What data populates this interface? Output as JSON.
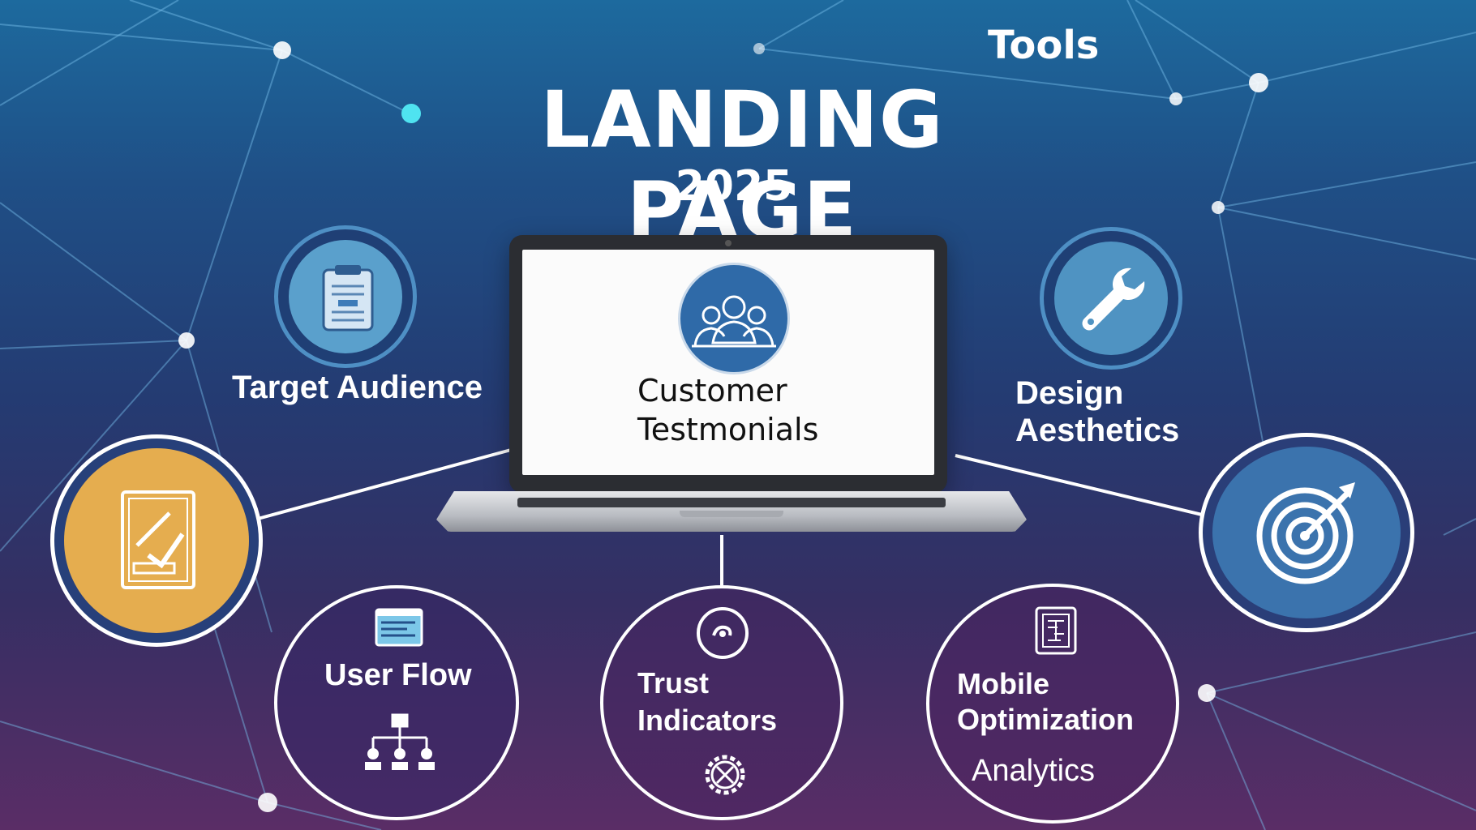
{
  "title": {
    "tools": "Tools",
    "main": "LANDING PAGE",
    "year": "2025"
  },
  "center": {
    "label_line1": "Customer",
    "label_line2": "Testmonials",
    "icon": "people-group-icon"
  },
  "nodes": {
    "target_audience": {
      "label": "Target Audience",
      "icon": "document-icon"
    },
    "design_aesthetics": {
      "label_line1": "Design",
      "label_line2": "Aesthetics",
      "icon": "wrench-icon"
    },
    "checklist": {
      "icon": "edit-checklist-icon"
    },
    "goal": {
      "icon": "target-arrow-icon"
    },
    "user_flow": {
      "label": "User Flow",
      "icons": [
        "browser-window-icon",
        "flowchart-icon"
      ]
    },
    "trust_indicators": {
      "label_line1": "Trust",
      "label_line2": "Indicators",
      "icons": [
        "badge-icon",
        "gear-icon"
      ]
    },
    "mobile_optimization": {
      "label_line1": "Mobile",
      "label_line2": "Optimization",
      "sub_label": "Analytics",
      "icon": "circuit-board-icon"
    }
  },
  "colors": {
    "accent_gold": "#e5ad4f",
    "accent_blue": "#2f6aa8",
    "ring_blue": "#4e8fc4",
    "background_top": "#1d6a9e",
    "background_bottom": "#5a2d66"
  }
}
